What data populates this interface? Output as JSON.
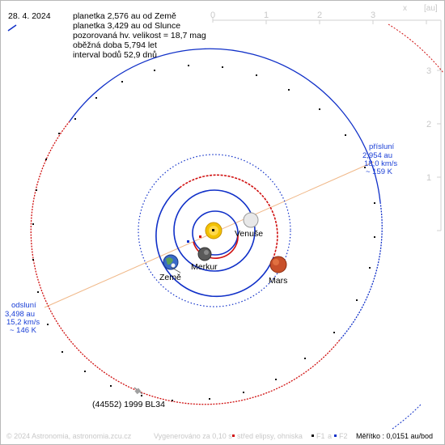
{
  "date": "28. 4. 2024",
  "info": {
    "line1": "planetka 2,576 au od Země",
    "line2": "planetka 3,429 au od Slunce",
    "line3": "pozorovaná hv. velikost = 18,7 mag",
    "line4": "oběžná doba 5,794 let",
    "line5": "interval bodů 52,9 dnů"
  },
  "perihelion": {
    "title": "přísluní",
    "dist": "2,954 au",
    "speed": "18,0 km/s",
    "temp": "~ 159 K"
  },
  "aphelion": {
    "title": "odsluní",
    "dist": "3,498 au",
    "speed": "15,2 km/s",
    "temp": "~ 146 K"
  },
  "planets": {
    "venus": "Venuše",
    "mars": "Mars",
    "mercury": "Merkur",
    "earth": "Země"
  },
  "asteroid": "(44552) 1999 BL34",
  "axis": {
    "x_label": "x",
    "unit": "[au]",
    "x_ticks": [
      "0",
      "1",
      "2",
      "3"
    ],
    "y_ticks": [
      "3",
      "2",
      "1"
    ]
  },
  "footer": {
    "copyright": "© 2024 Astronomia, astronomia.zcu.cz",
    "generated": "Vygenerováno za 0,10 s",
    "legend_center": "střed elipsy, ohniska",
    "f1": "F1",
    "a": "a",
    "f2": "F2",
    "scale": "Měřítko : 0,0151 au/bod"
  },
  "colors": {
    "orbit_blue": "#1030c8",
    "orbit_red": "#d01010",
    "apsis_line": "#f0b888",
    "sun": "#f2c200",
    "footer_grey": "#c8c8c8",
    "label_blue": "#1a3fd6"
  }
}
